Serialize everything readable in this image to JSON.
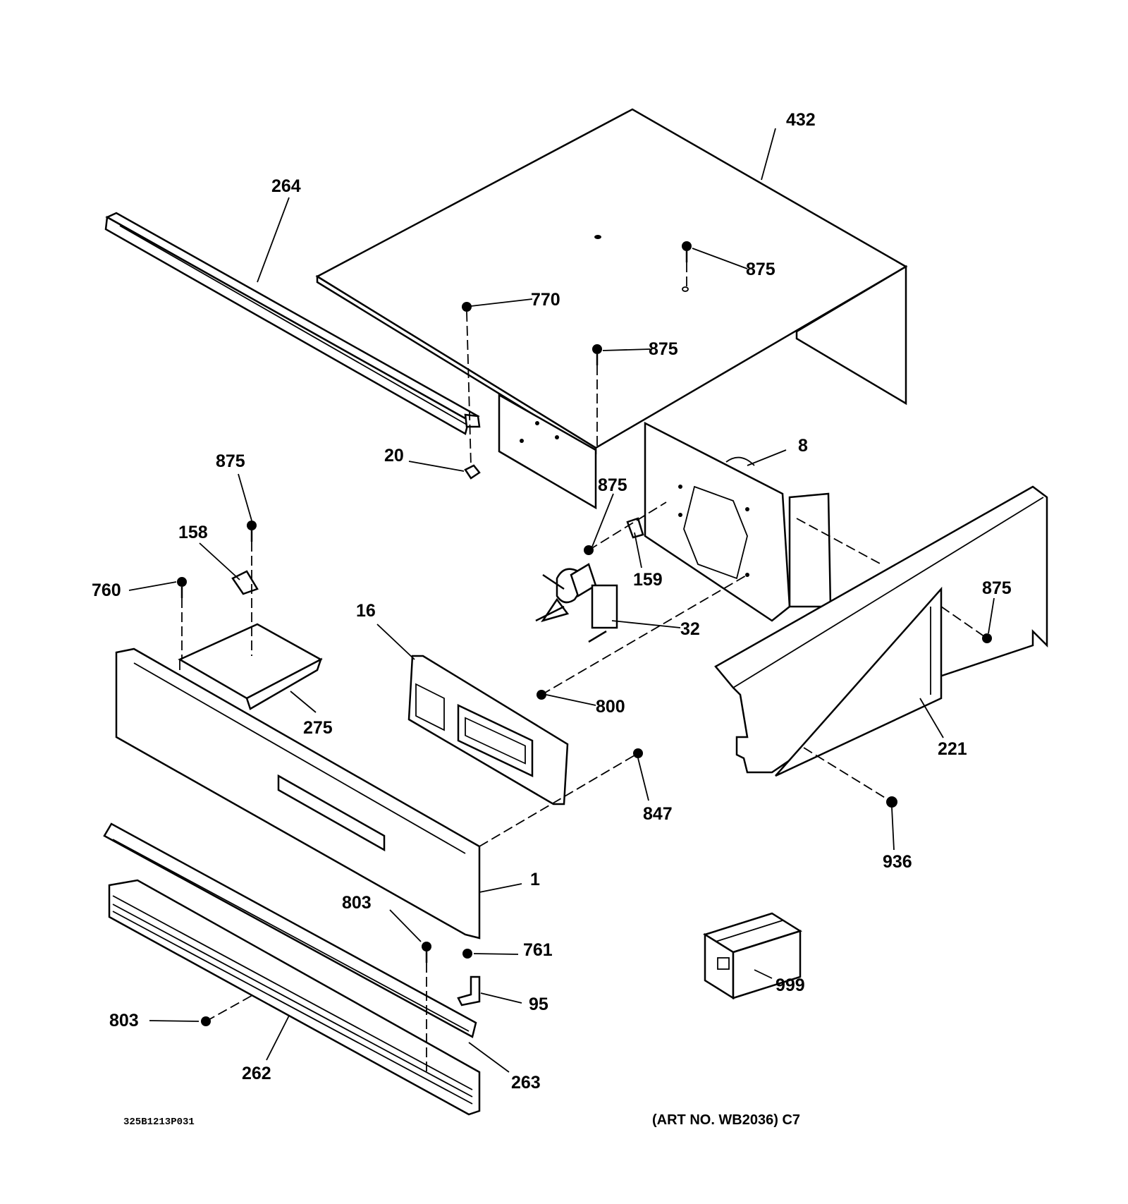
{
  "labels": {
    "p432": "432",
    "p264": "264",
    "p875a": "875",
    "p770": "770",
    "p875b": "875",
    "p20": "20",
    "p8": "8",
    "p875c": "875",
    "p875d": "875",
    "p158": "158",
    "p159": "159",
    "p760": "760",
    "p16": "16",
    "p32": "32",
    "p875e": "875",
    "p800": "800",
    "p275": "275",
    "p221": "221",
    "p847": "847",
    "p936": "936",
    "p1": "1",
    "p803a": "803",
    "p761": "761",
    "p95": "95",
    "p999": "999",
    "p803b": "803",
    "p262": "262",
    "p263": "263"
  },
  "footer": {
    "drawing_number": "325B1213P031",
    "art_number": "(ART NO. WB2036) C7"
  }
}
